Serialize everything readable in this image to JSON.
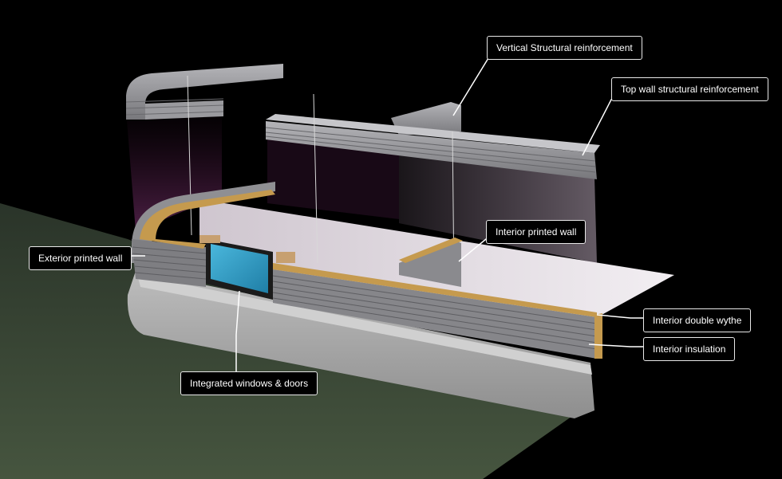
{
  "callouts": {
    "vertical_reinforcement": "Vertical Structural reinforcement",
    "top_wall_reinforcement": "Top wall structural reinforcement",
    "interior_printed_wall": "Interior printed wall",
    "exterior_printed_wall": "Exterior printed wall",
    "interior_double_wythe": "Interior double wythe",
    "interior_insulation": "Interior insulation",
    "integrated_windows_doors": "Integrated windows & doors"
  },
  "colors": {
    "background": "#000000",
    "ground": "#3c4a3a",
    "foundation": "#b9b9b9",
    "printed_wall": "#8f8f93",
    "insulation": "#c59a4e",
    "window_glass": "#2e9ec4",
    "glow": "#d7a9d9",
    "callout_border": "#e8e8e8"
  }
}
